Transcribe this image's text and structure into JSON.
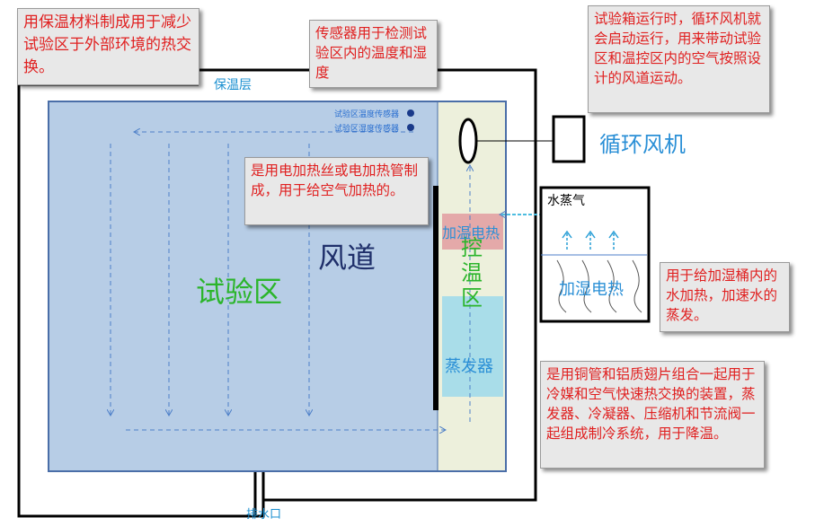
{
  "labels": {
    "insulation_layer": "保温层",
    "drain_outlet": "排水口",
    "test_zone": "试验区",
    "air_duct": "风道",
    "temp_control_zone": "控温区",
    "humidifier_heater_top": "加温电热",
    "evaporator": "蒸发器",
    "circulation_fan": "循环风机",
    "water_vapor": "水蒸气",
    "humidifier_heater_bottom": "加湿电热",
    "temp_sensor": "试验区温度传感器",
    "humidity_sensor": "试验区湿度传感器"
  },
  "notes": {
    "insulation": "用保温材料制成用于减少试验区于外部环境的热交换。",
    "sensor": "传感器用于检测试验区内的温度和湿度",
    "fan": "试验箱运行时，循环风机就会启动运行，用来带动试验区和温控区内的空气按照设计的风道运动。",
    "heater": "是用电加热丝或电加热管制成，用于给空气加热的。",
    "humidifier": "用于给加湿桶内的水加热，加速水的蒸发。",
    "evaporator": "是用铜管和铝质翅片组合一起用于冷媒和空气快速热交换的装置，蒸发器、冷凝器、压缩机和节流阀一起组成制冷系统，用于降温。"
  },
  "colors": {
    "test_zone_fill": "#b7cde6",
    "control_zone_fill": "#edf0dc",
    "heater_band": "#e4a9a9",
    "evaporator_band": "#a9dde9",
    "note_text": "#e02020",
    "test_zone_text": "#2bb52b",
    "blue_text": "#2a8fd6"
  }
}
